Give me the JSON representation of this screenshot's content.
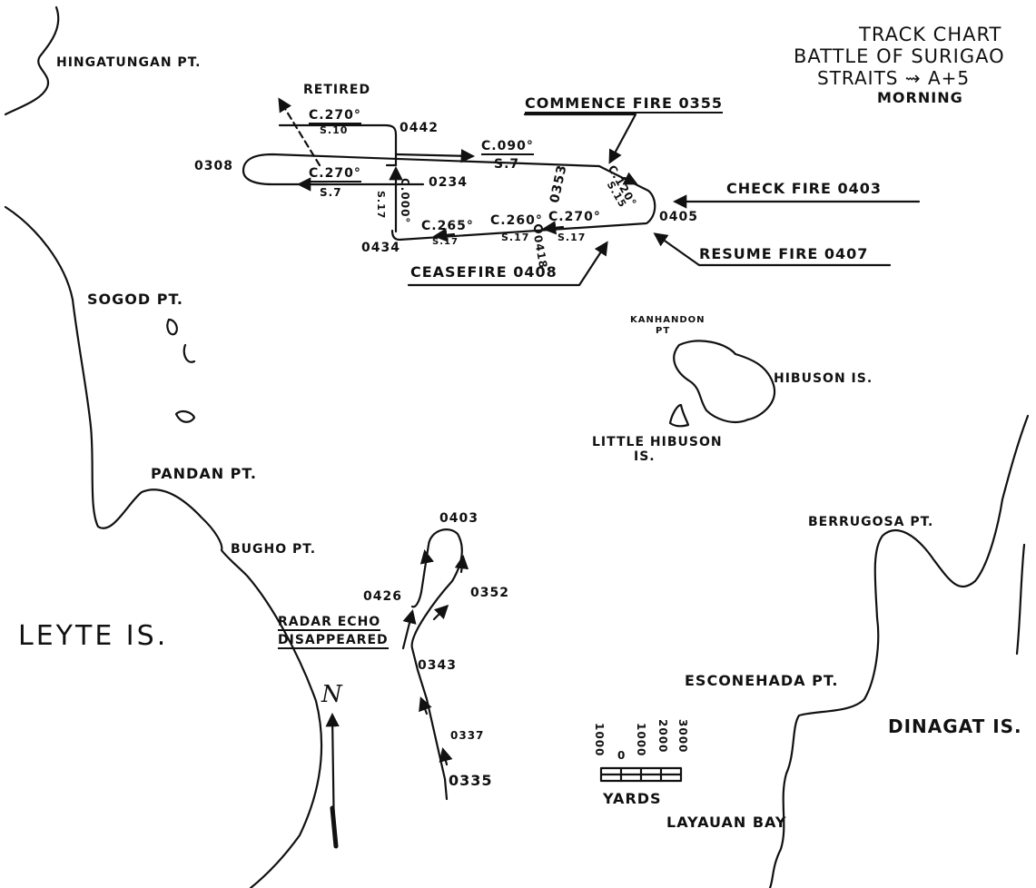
{
  "title": {
    "line1": "TRACK CHART",
    "line2": "BATTLE OF SURIGAO",
    "line3": "STRAITS ⇝ A+5",
    "line4": "MORNING"
  },
  "land_labels": {
    "hingatungan": "HINGATUNGAN PT.",
    "sogod": "SOGOD PT.",
    "pandan": "PANDAN PT.",
    "bugho": "BUGHO PT.",
    "leyte": "LEYTE IS.",
    "kanhandon_1": "KANHANDON",
    "kanhandon_2": "PT",
    "hibuson": "HIBUSON IS.",
    "little_hibuson_1": "LITTLE HIBUSON",
    "little_hibuson_2": "IS.",
    "berrugosa": "BERRUGOSA PT.",
    "esconehada": "ESCONEHADA PT.",
    "dinagat": "DINAGAT IS.",
    "layauan": "LAYAUAN BAY"
  },
  "events": {
    "retired": "RETIRED",
    "commence_fire": "COMMENCE FIRE 0355",
    "check_fire": "CHECK FIRE 0403",
    "resume_fire": "RESUME FIRE 0407",
    "cease_fire": "CEASEFIRE 0408",
    "radar_echo_1": "RADAR ECHO",
    "radar_echo_2": "DISAPPEARED"
  },
  "own_track": {
    "times": {
      "t0442": "0442",
      "t0308": "0308",
      "t0234": "0234",
      "t0434": "0434",
      "t0405": "0405",
      "t0353": "0353",
      "t0418": "0418"
    },
    "legs": {
      "c270_retire": "C.270°",
      "s10": "S.10",
      "c090": "C.090°",
      "s7_east": "S.7",
      "c270_west": "C.270°",
      "s7_west": "S.7",
      "c000": "C.000°",
      "s17_north": "S.17",
      "c120": "C.120°",
      "s15": "S.15",
      "c265": "C.265°",
      "s17_a": "S.17",
      "c260": "C.260°",
      "s17_b": "S.17",
      "c270_return": "C.270°",
      "s17_c": "S.17"
    }
  },
  "enemy_track": {
    "times": {
      "t0403": "0403",
      "t0352": "0352",
      "t0426": "0426",
      "t0343": "0343",
      "t0337": "0337",
      "t0335": "0335"
    }
  },
  "north_arrow": "N",
  "scale": {
    "unit": "YARDS",
    "ticks": [
      "1000",
      "0",
      "1000",
      "2000",
      "3000"
    ]
  }
}
